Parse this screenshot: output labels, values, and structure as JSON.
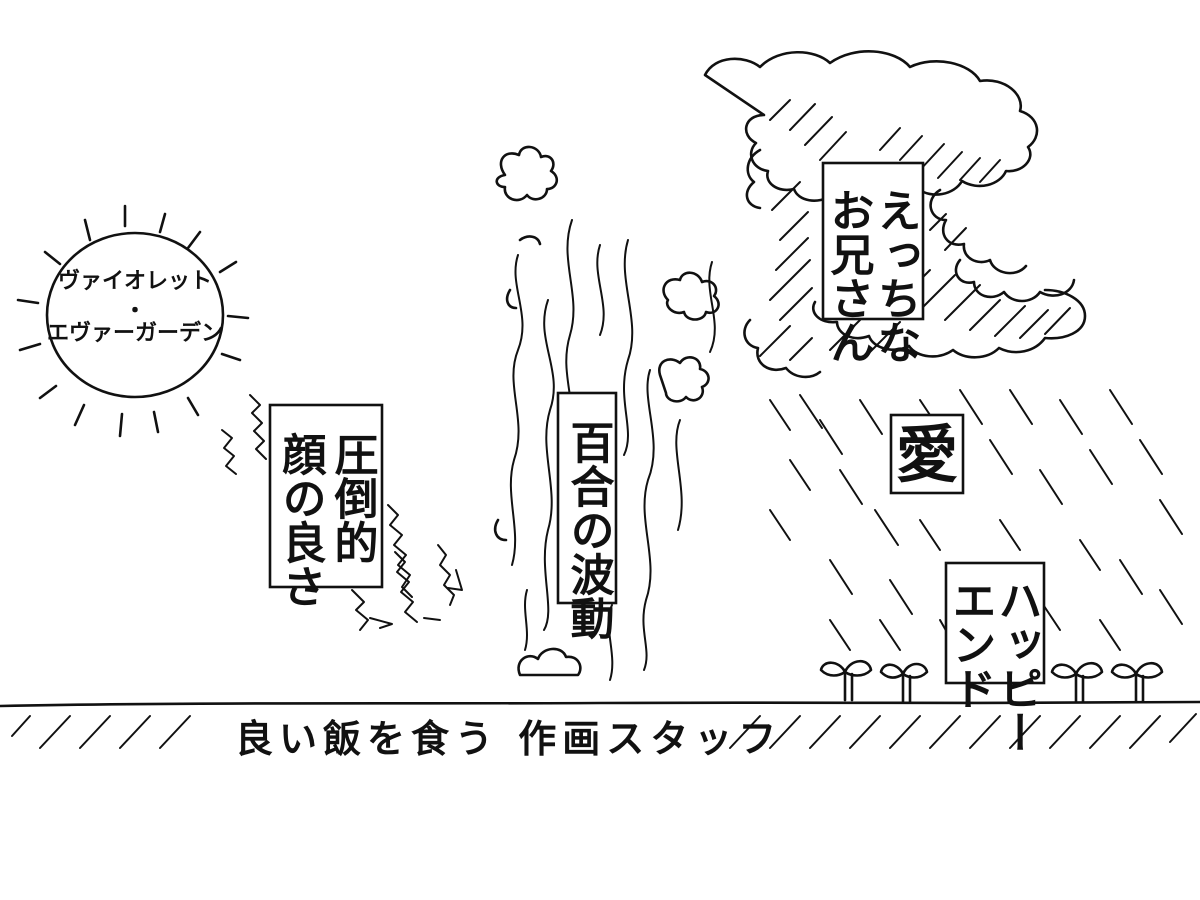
{
  "illustration": {
    "sun_label_line1": "ヴァイオレット",
    "sun_label_sep": "・",
    "sun_label_line2": "エヴァーガーデン",
    "panel_sun_beam": "圧倒的顔の良さ",
    "panel_sun_beam_col1": "圧倒的",
    "panel_sun_beam_col2": "顔の良さ",
    "panel_steam": "百合の波動",
    "panel_cloud": "えっちなお兄さん",
    "panel_cloud_col1": "えっちな",
    "panel_cloud_col2": "お兄さん",
    "panel_love": "愛",
    "panel_happy": "ハッピーエンド",
    "panel_happy_col1": "ハッピー",
    "panel_happy_col2": "エンド",
    "ground_caption": "良い飯を食う 作画スタッフ"
  }
}
